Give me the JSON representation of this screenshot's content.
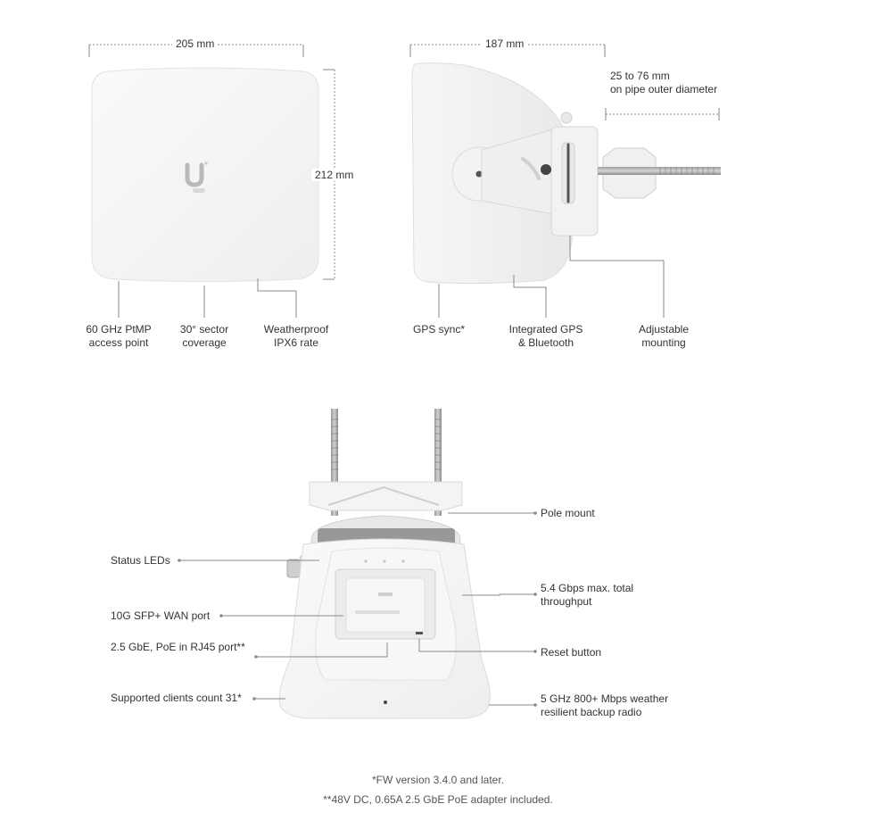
{
  "dimensions": {
    "front_width": "205 mm",
    "front_height": "212 mm",
    "side_depth": "187 mm",
    "pipe_range_line1": "25 to 76 mm",
    "pipe_range_line2": "on pipe outer diameter"
  },
  "top_labels": {
    "ptmp": [
      "60 GHz PtMP",
      "access point"
    ],
    "sector": [
      "30° sector",
      "coverage"
    ],
    "weather": [
      "Weatherproof",
      "IPX6 rate"
    ],
    "gps_sync": "GPS sync*",
    "integrated_gps": [
      "Integrated GPS",
      "& Bluetooth"
    ],
    "adjustable": [
      "Adjustable",
      "mounting"
    ]
  },
  "bottom_labels": {
    "pole_mount": "Pole mount",
    "status_leds": "Status LEDs",
    "throughput": [
      "5.4 Gbps max. total",
      "throughput"
    ],
    "sfp_port": "10G SFP+ WAN port",
    "rj45_port": "2.5 GbE, PoE in RJ45 port**",
    "reset": "Reset button",
    "clients": "Supported clients count 31*",
    "backup_radio": [
      "5 GHz 800+ Mbps weather",
      "resilient backup radio"
    ]
  },
  "footnotes": {
    "fw": "*FW version 3.4.0 and later.",
    "poe": "**48V DC, 0.65A 2.5 GbE PoE adapter included."
  },
  "logo_text": "U"
}
